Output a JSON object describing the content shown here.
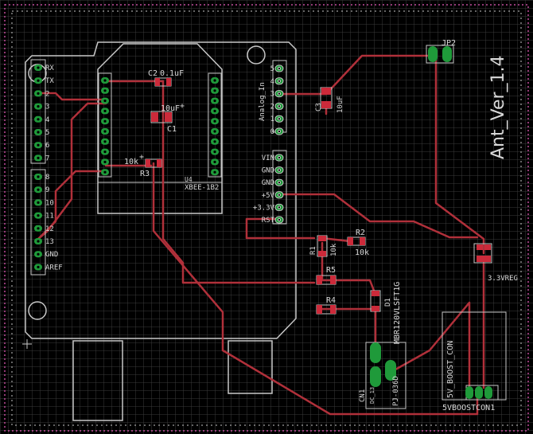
{
  "board": {
    "title": "Ant_Ver_1.4",
    "colors": {
      "background": "#000000",
      "grid": "#3a3a3a",
      "trace": "#b0303a",
      "outline": "#c8c8c8",
      "pad": "#1f9a3a",
      "smd": "#cc2a3a",
      "dimension": "#c04a9a",
      "text": "#d8d8d8"
    }
  },
  "arduino_left": {
    "pins_top": [
      "RX",
      "TX",
      "2",
      "3",
      "4",
      "5",
      "6",
      "7"
    ],
    "pins_bottom": [
      "8",
      "9",
      "10",
      "11",
      "12",
      "13",
      "GND",
      "AREF"
    ]
  },
  "arduino_right": {
    "analog_header": "Analog_In",
    "analog_pins": [
      "5",
      "4",
      "3",
      "2",
      "1",
      "0"
    ],
    "power_pins": [
      "VIN",
      "GND",
      "GND",
      "+5V",
      "+3.3V",
      "RST"
    ]
  },
  "components": {
    "c2": "C2",
    "c2_value": "0.1uF",
    "c1": "C1",
    "c1_value": "10uF",
    "c3": "C3",
    "c3_value": "10uF",
    "r3": "R3",
    "r3_value": "10k",
    "xbee": "XBEE-1B2",
    "u4": "U4",
    "jp2": "JP2",
    "r1": "R1",
    "r1_value": "10k",
    "r2": "R2",
    "r2_value": "10k",
    "r5": "R5",
    "r4": "R4",
    "d1": "D1",
    "d1_part": "MBR120VLSFT1G",
    "cn1": "CN1",
    "cn1_part": "PJ-036D",
    "cn1_small": "DC_13",
    "reg_label": "3.3VREG",
    "boost": "5V_BOOST_CON",
    "boost_ref": "5VBOOSTCON1",
    "plus": "+"
  }
}
